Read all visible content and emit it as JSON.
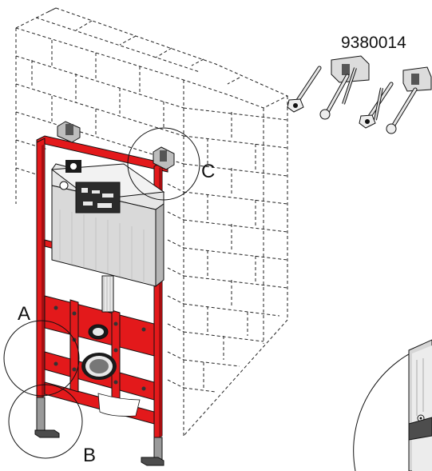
{
  "diagram": {
    "part_number": "9380014",
    "callouts": [
      {
        "id": "A",
        "label": "A"
      },
      {
        "id": "B",
        "label": "B"
      },
      {
        "id": "C",
        "label": "C"
      }
    ],
    "colors": {
      "frame": "#e3191b",
      "frame_dark": "#a50f12",
      "line": "#111111",
      "wall_dash": "#222222",
      "cistern": "#d9d9d9",
      "metal": "#9a9a9a",
      "background": "#ffffff"
    }
  }
}
